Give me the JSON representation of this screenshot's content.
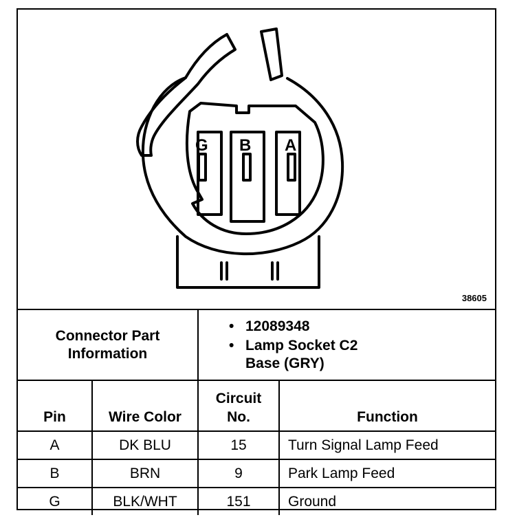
{
  "figure_number": "38605",
  "pins": [
    {
      "letter": "G"
    },
    {
      "letter": "B"
    },
    {
      "letter": "A"
    }
  ],
  "connector_info": {
    "label_line1": "Connector Part",
    "label_line2": "Information",
    "values": [
      {
        "line1": "12089348",
        "line2": ""
      },
      {
        "line1": "Lamp Socket C2",
        "line2": "Base (GRY)"
      }
    ]
  },
  "table": {
    "headers": {
      "pin": "Pin",
      "wire_color": "Wire Color",
      "circuit_line1": "Circuit",
      "circuit_line2": "No.",
      "function": "Function"
    },
    "rows": [
      {
        "pin": "A",
        "wire_color": "DK BLU",
        "circuit": "15",
        "function": "Turn Signal Lamp Feed"
      },
      {
        "pin": "B",
        "wire_color": "BRN",
        "circuit": "9",
        "function": "Park Lamp Feed"
      },
      {
        "pin": "G",
        "wire_color": "BLK/WHT",
        "circuit": "151",
        "function": "Ground"
      }
    ]
  }
}
